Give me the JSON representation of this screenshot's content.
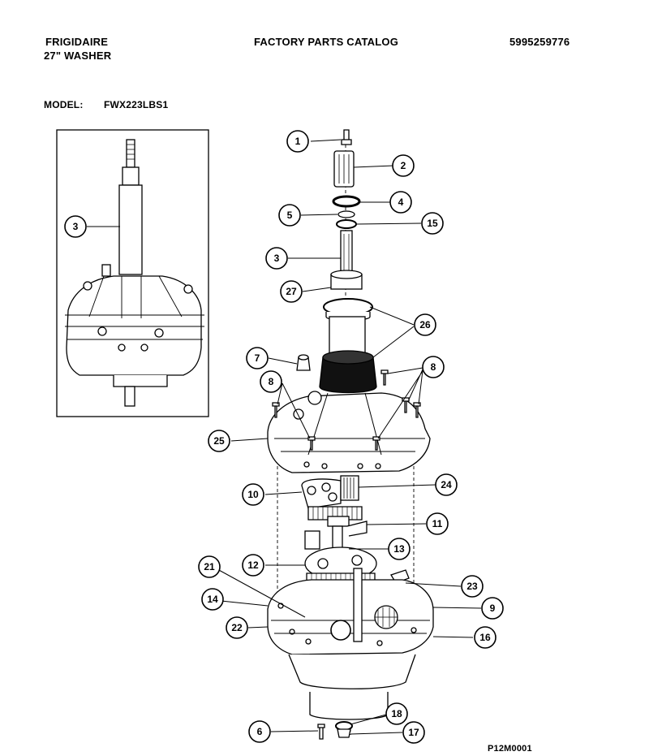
{
  "header": {
    "brand": "FRIGIDAIRE",
    "product": "27\" WASHER",
    "catalog_title": "FACTORY PARTS CATALOG",
    "part_number": "5995259776"
  },
  "model": {
    "label": "MODEL:",
    "value": "FWX223LBS1"
  },
  "diagram_code": "P12M0001",
  "callouts": [
    "1",
    "2",
    "4",
    "5",
    "15",
    "3",
    "27",
    "26",
    "7",
    "8",
    "8",
    "25",
    "24",
    "10",
    "11",
    "13",
    "12",
    "21",
    "23",
    "14",
    "9",
    "22",
    "16",
    "18",
    "6",
    "17",
    "3"
  ]
}
